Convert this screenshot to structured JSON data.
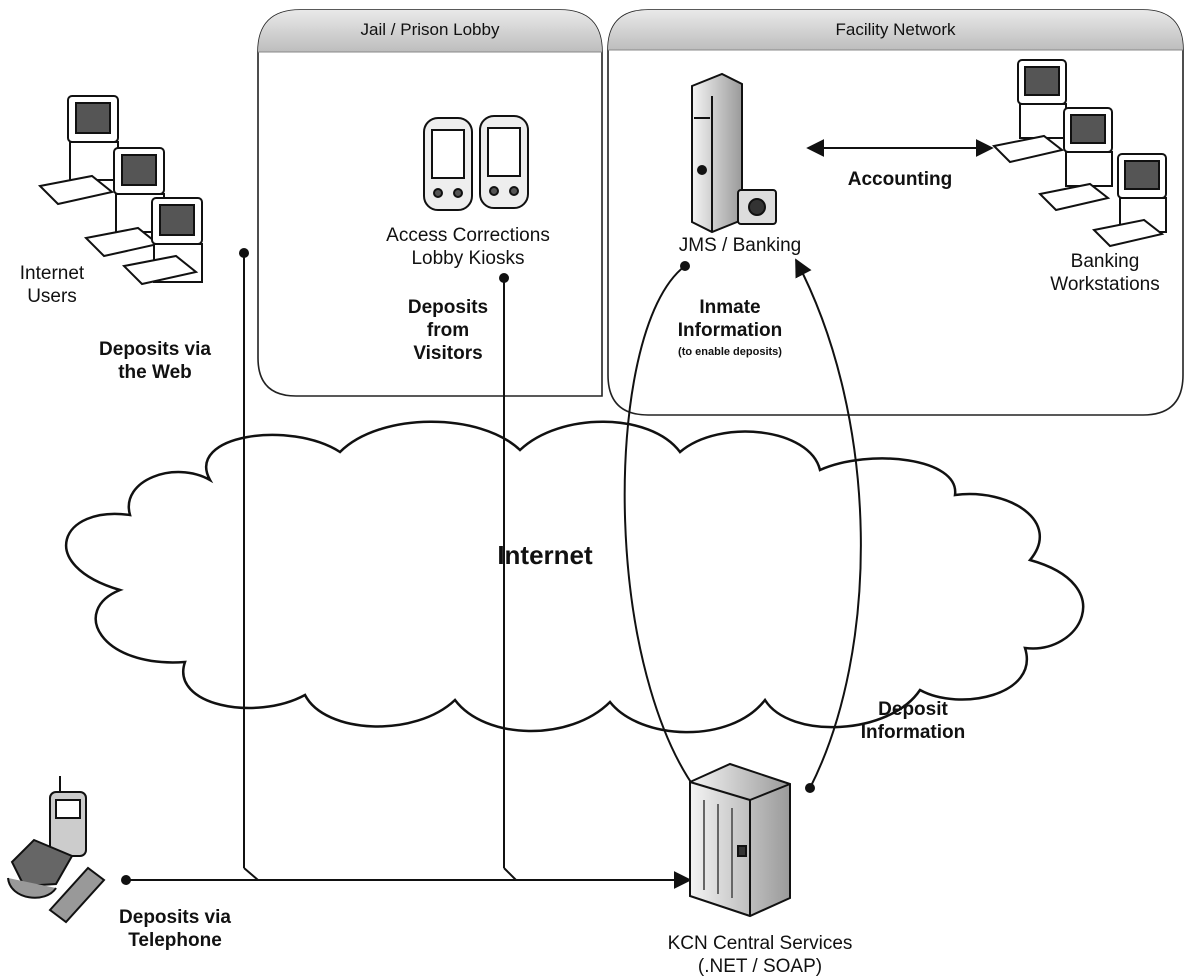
{
  "panels": {
    "lobby_title": "Jail / Prison Lobby",
    "facility_title": "Facility Network"
  },
  "nodes": {
    "internet_users": [
      "Internet",
      "Users"
    ],
    "kiosks": [
      "Access Corrections",
      "Lobby Kiosks"
    ],
    "jms": "JMS / Banking",
    "workstations": [
      "Banking",
      "Workstations"
    ],
    "cloud": "Internet",
    "kcn": [
      "KCN Central Services",
      "(.NET / SOAP)"
    ]
  },
  "flows": {
    "web": [
      "Deposits via",
      "the Web"
    ],
    "visitors": [
      "Deposits",
      "from",
      "Visitors"
    ],
    "accounting": "Accounting",
    "inmate_info": [
      "Inmate",
      "Information"
    ],
    "inmate_info_note": "(to enable deposits)",
    "deposit_info": [
      "Deposit",
      "Information"
    ],
    "telephone": [
      "Deposits via",
      "Telephone"
    ]
  }
}
